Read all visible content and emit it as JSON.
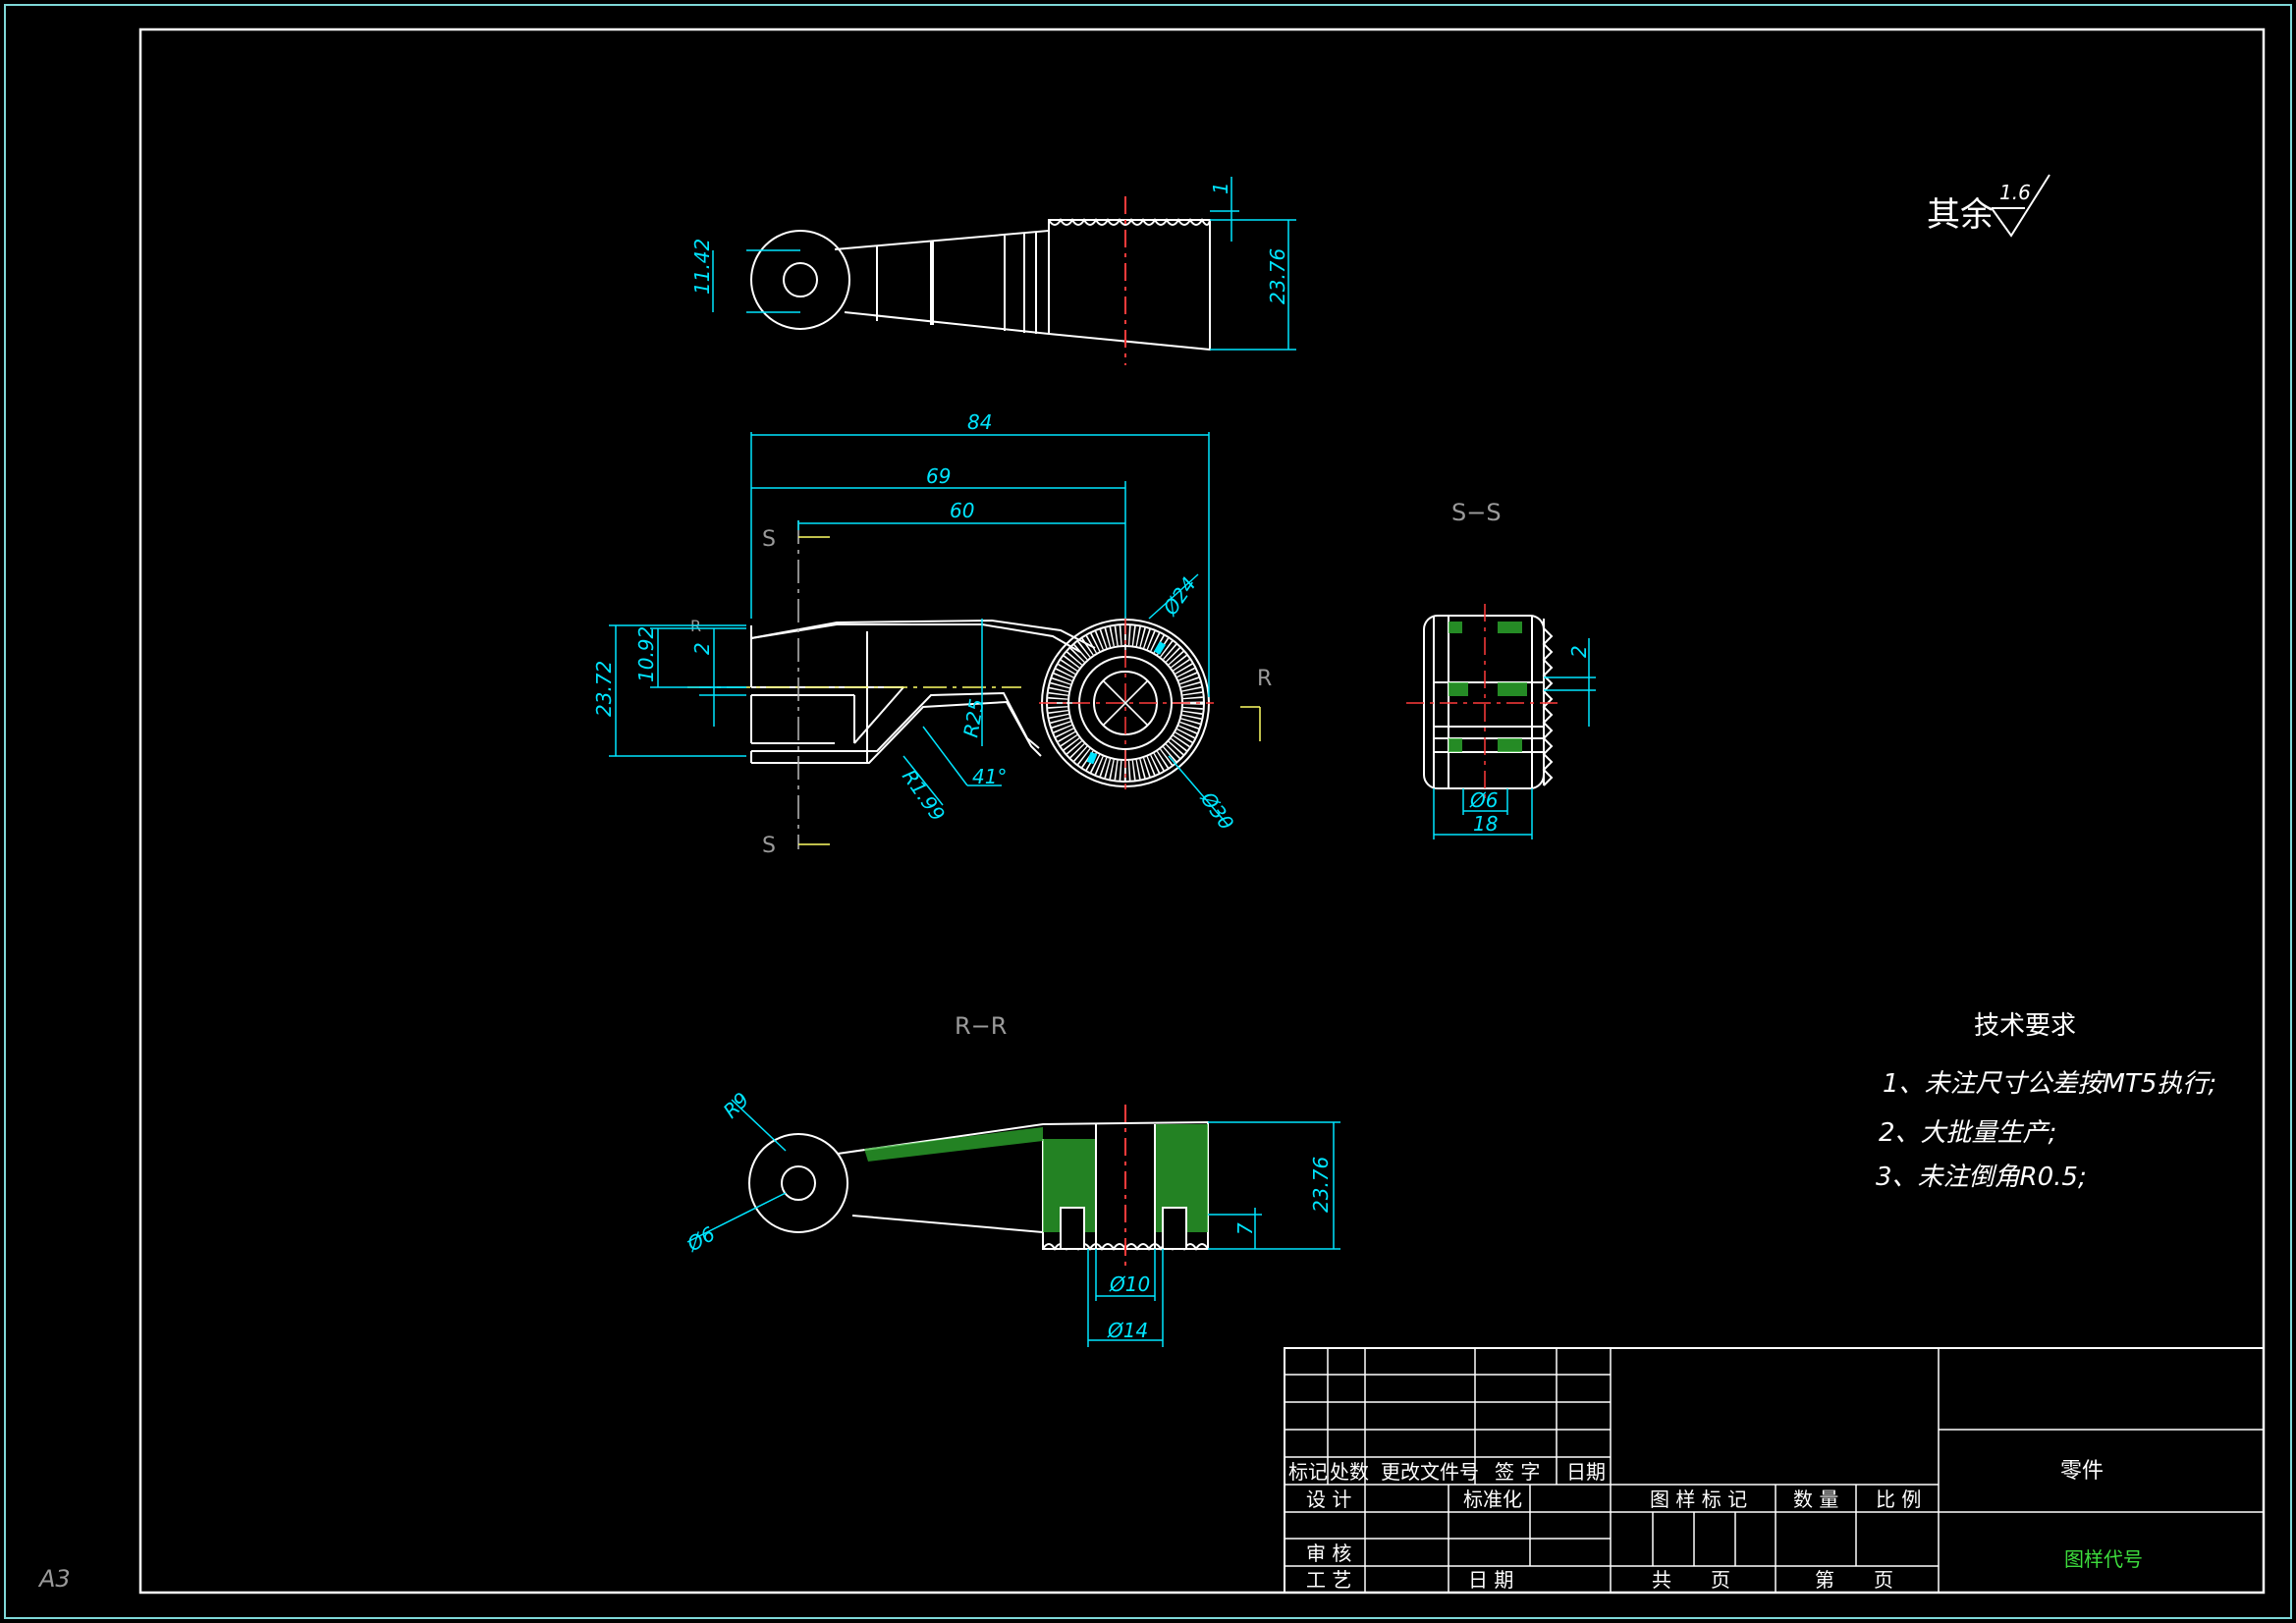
{
  "sheet": {
    "size_label": "A3"
  },
  "colors": {
    "background": "#000000",
    "outline": "#ffffff",
    "dimension": "#00e5ff",
    "center_line": "#ff3b3b",
    "hatch": "#2fae2f",
    "frame": "#7fd8d8",
    "accent_text": "#3ddc3d"
  },
  "surface_note": {
    "prefix": "其余",
    "roughness": "1.6"
  },
  "views": {
    "top": {
      "dims": {
        "d11_42": "11.42",
        "d23_76": "23.76",
        "d1": "1"
      }
    },
    "main": {
      "section_mark_s": "S",
      "section_mark_r": "R",
      "dims": {
        "d84": "84",
        "d69": "69",
        "d60": "60",
        "dia24": "Ø24",
        "dia30": "Ø30",
        "d23_72": "23.72",
        "d10_92": "10.92",
        "d2": "2",
        "r25": "R25",
        "r1_99": "R1.99",
        "a41": "41°"
      }
    },
    "section_s": {
      "title": "S−S",
      "dims": {
        "d2": "2",
        "dia6": "Ø6",
        "d18": "18"
      }
    },
    "section_r": {
      "title": "R−R",
      "dims": {
        "r9": "R9",
        "dia6": "Ø6",
        "d23_76": "23.76",
        "d7": "7",
        "dia10": "Ø10",
        "dia14": "Ø14"
      }
    }
  },
  "tech_requirements": {
    "title": "技术要求",
    "items": [
      "1、未注尺寸公差按MT5执行;",
      "2、大批量生产;",
      "3、未注倒角R0.5;"
    ]
  },
  "title_block": {
    "rev_headers": [
      "标记",
      "处数",
      "更改文件号",
      "签 字",
      "日期"
    ],
    "design": "设 计",
    "standard": "标准化",
    "review": "审 核",
    "process": "工 艺",
    "date": "日 期",
    "drawing_mark": "图 样 标 记",
    "quantity": "数 量",
    "scale": "比 例",
    "total_pages": "共　　页",
    "page_no": "第　　页",
    "part_name": "零件",
    "drawing_code": "图样代号"
  }
}
